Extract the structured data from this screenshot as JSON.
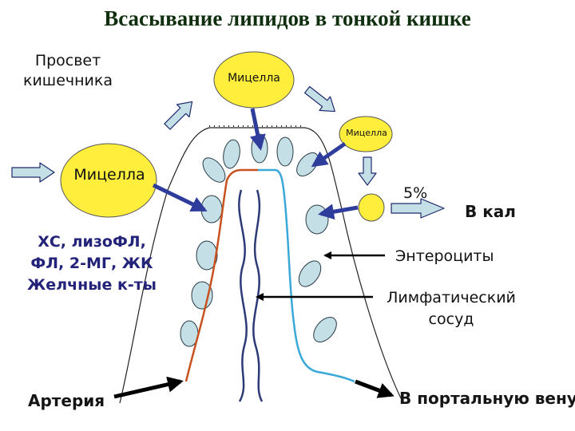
{
  "title": "Всасывание липидов в тонкой кишке",
  "labels": {
    "lumen": [
      "Просвет",
      "кишечника"
    ],
    "micelle_big": "Мицелла",
    "micelle_top": "Мицелла",
    "micelle_small": "Мицелла",
    "percent": "5%",
    "to_feces": "В кал",
    "components": [
      "ХС, лизоФЛ,",
      "ФЛ, 2-МГ, ЖК",
      "Желчные к-ты"
    ],
    "enterocytes": "Энтероциты",
    "lymphatic": [
      "Лимфатический",
      "сосуд"
    ],
    "artery": "Артерия",
    "portal_vein": "В портальную вену"
  },
  "colors": {
    "title": "#0f2f0f",
    "micelle_fill": "#ffef3c",
    "cell_fill": "#c4dfe6",
    "micelle_arrow": "#2e3d9c",
    "artery_vessel": "#c8521f",
    "lymph_vessel": "#3aa8d8",
    "central_vessels": "#2c3a78",
    "components_text": "#23237a"
  }
}
